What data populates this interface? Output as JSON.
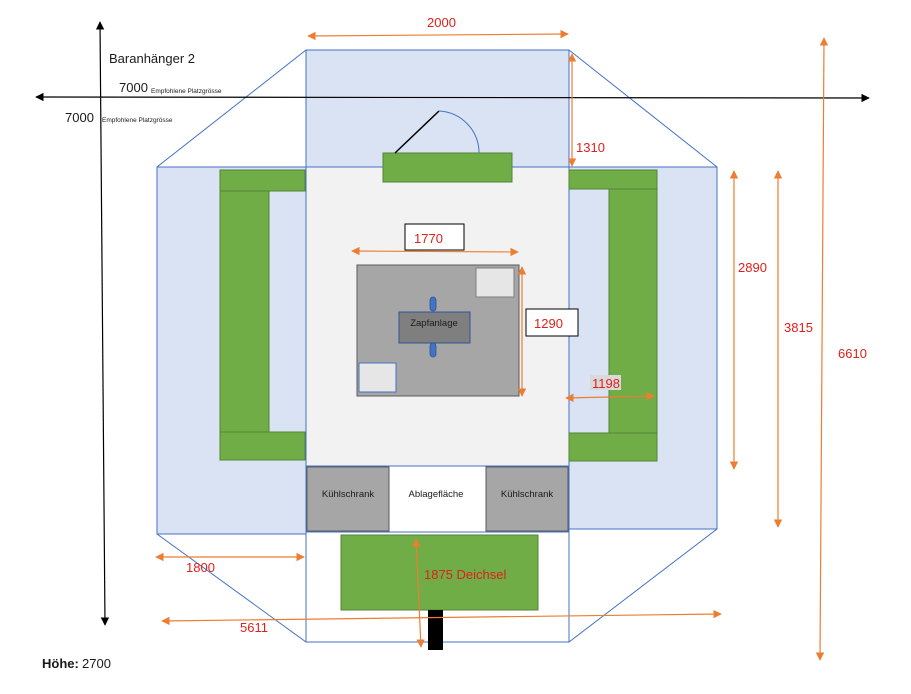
{
  "title": "Baranhänger 2",
  "width_label": {
    "value": "7000",
    "note": "Empfohlene Platzgrösse"
  },
  "height_label": {
    "value": "7000",
    "note": "Empfohlene Platzgrösse"
  },
  "dimensions": {
    "top_width": "2000",
    "window_depth": "1310",
    "table_width": "1770",
    "table_depth": "1290",
    "side_gap": "1198",
    "bench_length": "2890",
    "side_length": "3815",
    "total_length": "6610",
    "corner_width": "1800",
    "drawbar": "1875 Deichsel",
    "total_width": "5611"
  },
  "labels": {
    "tap": "Zapfanlage",
    "fridge_left": "Kühlschrank",
    "shelf": "Ablagefläche",
    "fridge_right": "Kühlschrank"
  },
  "footer": {
    "height_label": "Höhe:",
    "height_value": "2700"
  },
  "colors": {
    "area_blue": "#dae3f3",
    "green": "#70ad47",
    "grey": "#a6a6a6",
    "floor": "#f2f2f2",
    "dimension_orange": "#ed7d31",
    "dimension_text": "#e0201b",
    "outline_blue": "#4472c4"
  }
}
